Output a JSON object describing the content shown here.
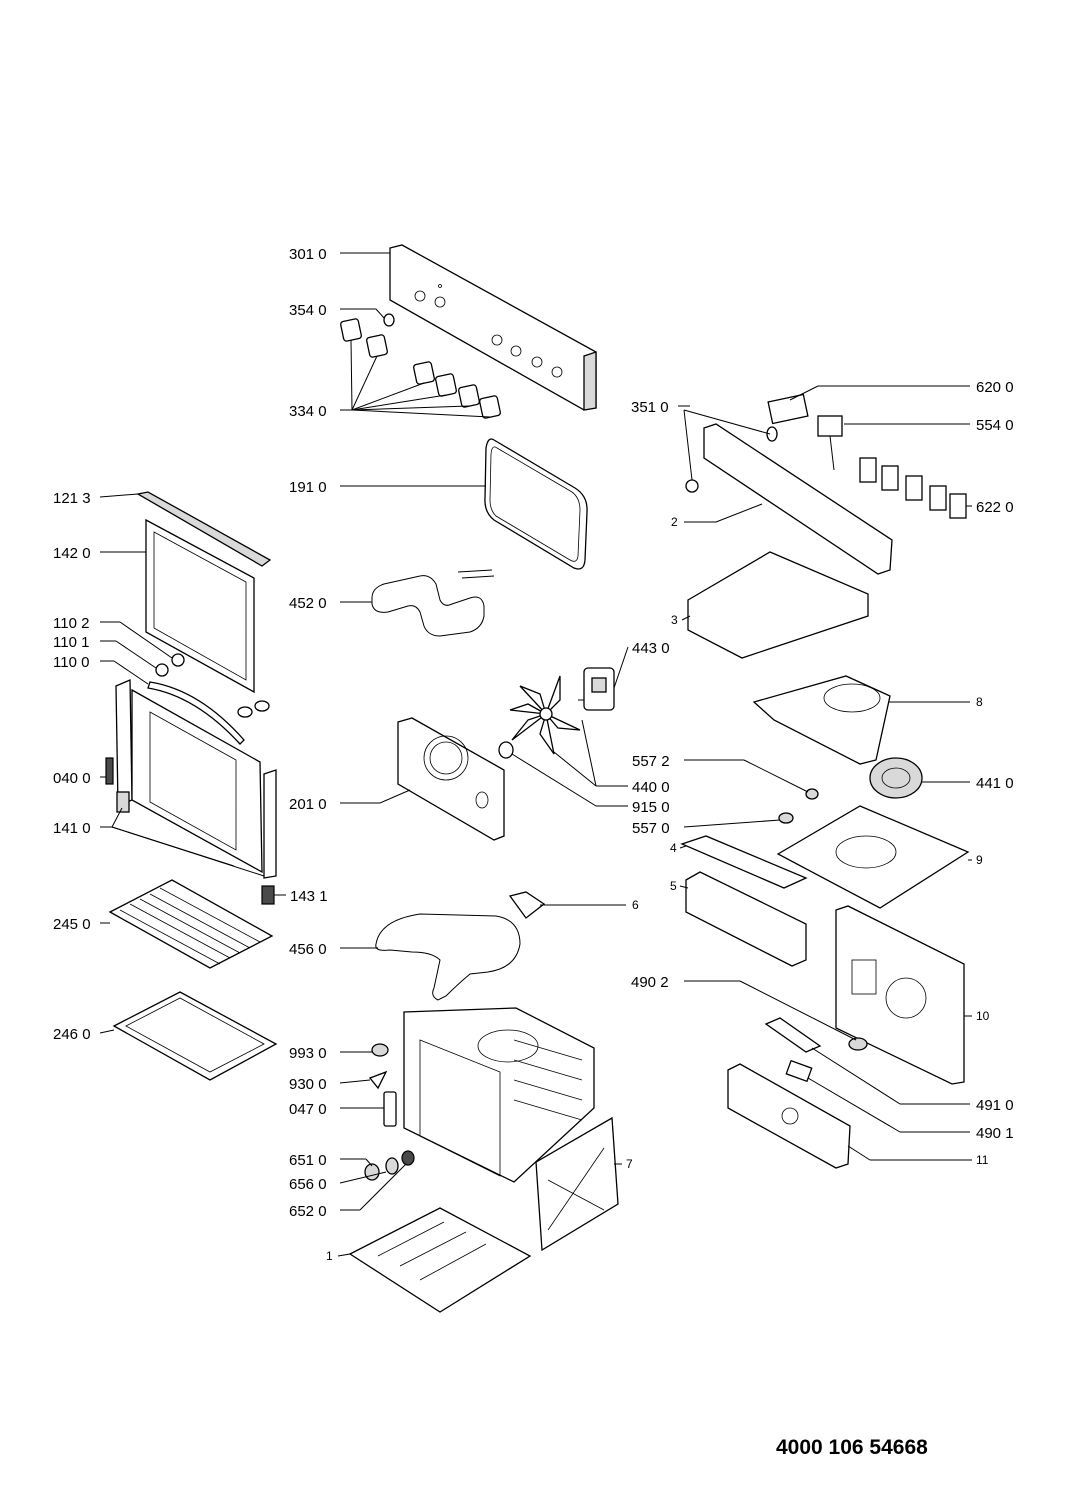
{
  "diagram": {
    "type": "exploded-parts-view",
    "document_number": "4000 106 54668",
    "labels": [
      {
        "id": "l3010",
        "text": "301 0"
      },
      {
        "id": "l3540",
        "text": "354 0"
      },
      {
        "id": "l3340",
        "text": "334 0"
      },
      {
        "id": "l1910",
        "text": "191 0"
      },
      {
        "id": "l4520",
        "text": "452 0"
      },
      {
        "id": "l1213",
        "text": "121 3"
      },
      {
        "id": "l1420",
        "text": "142 0"
      },
      {
        "id": "l1102",
        "text": "110 2"
      },
      {
        "id": "l1101",
        "text": "110 1"
      },
      {
        "id": "l1100",
        "text": "110 0"
      },
      {
        "id": "l0400",
        "text": "040 0"
      },
      {
        "id": "l1410",
        "text": "141 0"
      },
      {
        "id": "l1431",
        "text": "143 1"
      },
      {
        "id": "l2450",
        "text": "245 0"
      },
      {
        "id": "l2460",
        "text": "246 0"
      },
      {
        "id": "l2010",
        "text": "201 0"
      },
      {
        "id": "l4430",
        "text": "443 0"
      },
      {
        "id": "l4400",
        "text": "440 0"
      },
      {
        "id": "l9150",
        "text": "915 0"
      },
      {
        "id": "l4560",
        "text": "456 0"
      },
      {
        "id": "l6",
        "text": "6"
      },
      {
        "id": "l9930",
        "text": "993 0"
      },
      {
        "id": "l9300",
        "text": "930 0"
      },
      {
        "id": "l0470",
        "text": "047 0"
      },
      {
        "id": "l6510",
        "text": "651 0"
      },
      {
        "id": "l6560",
        "text": "656 0"
      },
      {
        "id": "l6520",
        "text": "652 0"
      },
      {
        "id": "l1",
        "text": "1"
      },
      {
        "id": "l7",
        "text": "7"
      },
      {
        "id": "l6200",
        "text": "620 0"
      },
      {
        "id": "l5540",
        "text": "554 0"
      },
      {
        "id": "l3510",
        "text": "351 0"
      },
      {
        "id": "l6220",
        "text": "622 0"
      },
      {
        "id": "l2",
        "text": "2"
      },
      {
        "id": "l3",
        "text": "3"
      },
      {
        "id": "l8",
        "text": "8"
      },
      {
        "id": "l4410",
        "text": "441 0"
      },
      {
        "id": "l5572",
        "text": "557 2"
      },
      {
        "id": "l5570",
        "text": "557 0"
      },
      {
        "id": "l4",
        "text": "4"
      },
      {
        "id": "l9",
        "text": "9"
      },
      {
        "id": "l5",
        "text": "5"
      },
      {
        "id": "l4902",
        "text": "490 2"
      },
      {
        "id": "l10",
        "text": "10"
      },
      {
        "id": "l4910",
        "text": "491 0"
      },
      {
        "id": "l4901",
        "text": "490 1"
      },
      {
        "id": "l11",
        "text": "11"
      }
    ]
  }
}
